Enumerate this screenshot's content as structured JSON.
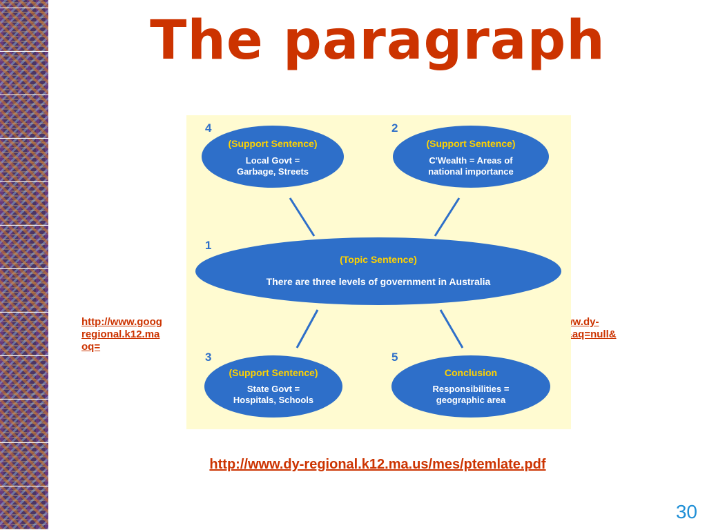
{
  "slide": {
    "title": "The paragraph",
    "page_number": "30",
    "bottom_link": "http://www.dy-regional.k12.ma.us/mes/ptemlate.pdf",
    "partial_link_left": "http://www.goog\nregional.k12.ma\noq=",
    "partial_link_right": "ww.dy-\n&aq=null&"
  },
  "diagram": {
    "ellipse_color": "#2e6fc9",
    "background_color": "#fffbd1",
    "nodes": [
      {
        "number": "4",
        "line1": "(Support Sentence)",
        "line2": "Local Govt =",
        "line3": "Garbage, Streets"
      },
      {
        "number": "2",
        "line1": "(Support Sentence)",
        "line2": "C'Wealth = Areas of",
        "line3": "national importance"
      },
      {
        "number": "1",
        "line1": "(Topic Sentence)",
        "line2": "There are three levels of government in Australia"
      },
      {
        "number": "3",
        "line1": "(Support Sentence)",
        "line2": "State Govt =",
        "line3": "Hospitals, Schools"
      },
      {
        "number": "5",
        "line1": "Conclusion",
        "line2": "Responsibilities =",
        "line3": "geographic area"
      }
    ]
  }
}
